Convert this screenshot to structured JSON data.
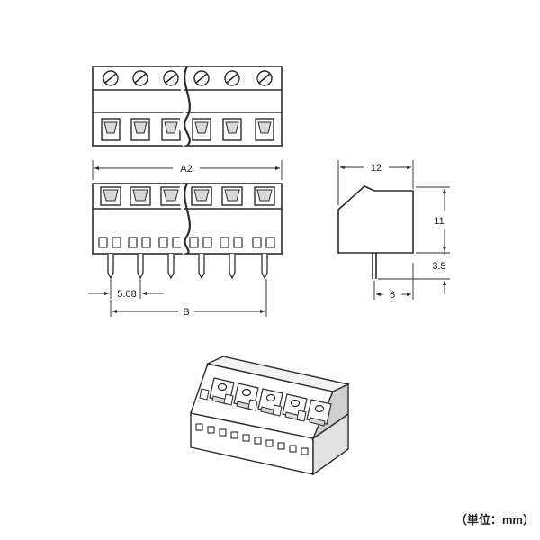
{
  "dimensions": {
    "a2": "A2",
    "pitch": "5.08",
    "b": "B",
    "width": "12",
    "height": "11",
    "pin_length": "3.5",
    "pin_offset": "6"
  },
  "unit_label": "（単位：mm）",
  "colors": {
    "line": "#2b2b2b",
    "body_fill": "#ffffff",
    "shade": "#d8d8d8"
  }
}
